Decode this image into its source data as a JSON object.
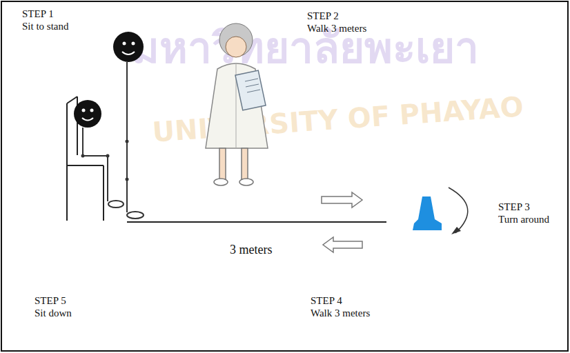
{
  "diagram": {
    "labels": [
      "มหาวิทยาลัยพะเยา",
      "UNIVERSITY OF PHAYAO",
      "STEP 1",
      "Sit to stand",
      "STEP 2",
      "Walk 3 meters",
      "STEP 3",
      "Turn around",
      "3 meters",
      "STEP 4",
      "Walk 3 meters",
      "STEP 5",
      "Sit down"
    ]
  }
}
